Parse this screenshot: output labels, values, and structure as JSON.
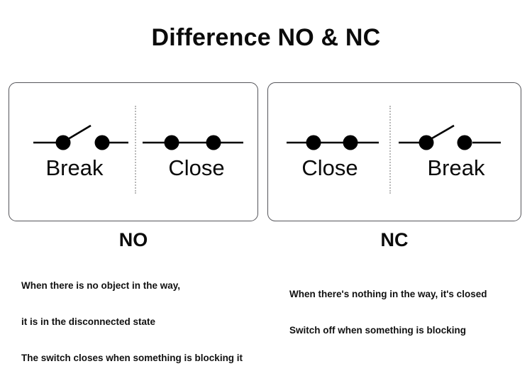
{
  "title": "Difference NO & NC",
  "colors": {
    "ink": "#000000",
    "panel_border": "#55555a",
    "divider": "#b9b9b9",
    "background": "#ffffff"
  },
  "panels": [
    {
      "id": "no",
      "section_label": "NO",
      "cells": [
        {
          "id": "no-break",
          "state": "Break",
          "symbol": "switch-open"
        },
        {
          "id": "no-close",
          "state": "Close",
          "symbol": "switch-closed"
        }
      ],
      "caption": [
        "When there is no object in the way,",
        "it is in the disconnected state",
        "The switch closes when something is blocking it"
      ]
    },
    {
      "id": "nc",
      "section_label": "NC",
      "cells": [
        {
          "id": "nc-close",
          "state": "Close",
          "symbol": "switch-closed"
        },
        {
          "id": "nc-break",
          "state": "Break",
          "symbol": "switch-open"
        }
      ],
      "caption": [
        "When there's nothing in the way, it's closed",
        "Switch off when something is blocking"
      ]
    }
  ]
}
